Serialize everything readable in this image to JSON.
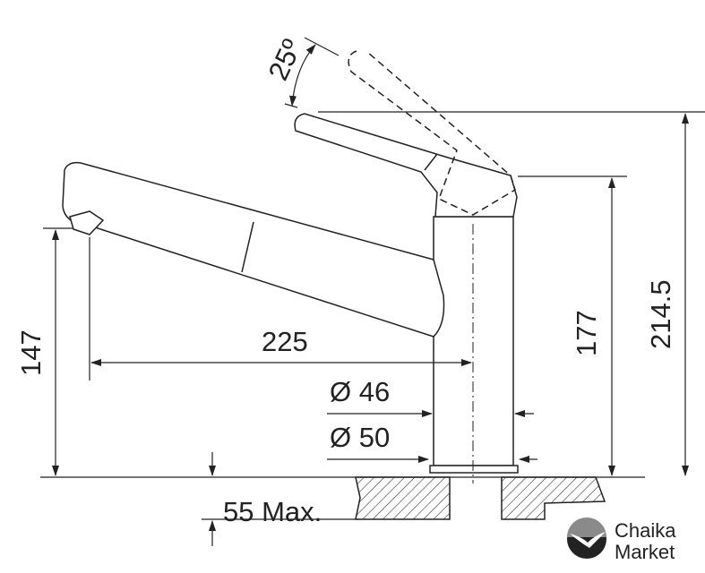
{
  "dimensions": {
    "angle": "25º",
    "spout_reach": "225",
    "diameter_inner": "Ø 46",
    "diameter_outer": "Ø 50",
    "spout_height": "147",
    "lever_base_height": "177",
    "total_height": "214.5",
    "max_countertop": "55 Max."
  },
  "logo": {
    "line1": "Chaika",
    "line2": "Market"
  },
  "colors": {
    "line": "#222222",
    "logo_gray": "#8a8a8a"
  }
}
